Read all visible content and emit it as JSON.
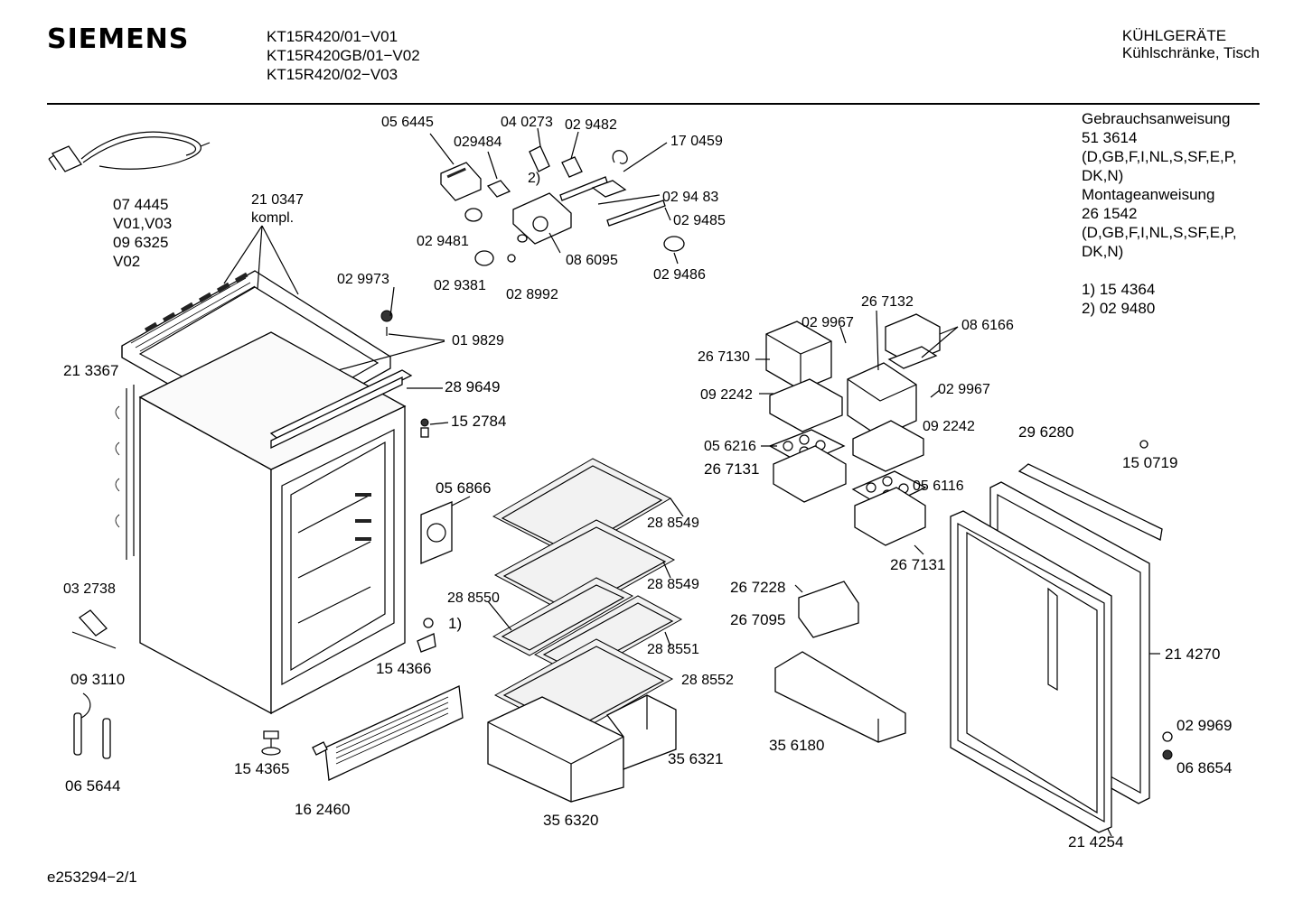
{
  "header": {
    "brand": "SIEMENS",
    "models": [
      "KT15R420/01−V01",
      "KT15R420GB/01−V02",
      "KT15R420/02−V03"
    ],
    "category": [
      "KÜHLGERÄTE",
      "Kühlschränke, Tisch"
    ]
  },
  "documents": [
    "Gebrauchsanweisung",
    "51 3614",
    "(D,GB,F,I,NL,S,SF,E,P,",
    "DK,N)",
    "Montageanweisung",
    "26 1542",
    "(D,GB,F,I,NL,S,SF,E,P,",
    "DK,N)",
    "",
    "1)  15 4364",
    "2)  02 9480"
  ],
  "footer": "e253294−2/1",
  "labels": {
    "p056445": "05 6445",
    "p040273": "04 0273",
    "p029482": "02 9482",
    "p029484": "029484",
    "p170459": "17 0459",
    "note2": "2)",
    "p029483": "02 94 83",
    "p029485": "02 9485",
    "p029481": "02 9481",
    "p086095": "08 6095",
    "p029486": "02 9486",
    "p029381": "02 9381",
    "p028992": "02 8992",
    "p074445": "07 4445",
    "v01v03": "V01,V03",
    "p096325": "09 6325",
    "v02": "V02",
    "p210347": "21 0347",
    "kompl": "kompl.",
    "p029973": "02 9973",
    "p019829": "01 9829",
    "p213367": "21 3367",
    "p289649": "28 9649",
    "p152784": "15 2784",
    "p056866": "05 6866",
    "p032738": "03 2738",
    "note1": "1)",
    "p154366": "15 4366",
    "p093110": "09 3110",
    "p065644": "06 5644",
    "p154365": "15 4365",
    "p162460": "16 2460",
    "p288549a": "28 8549",
    "p288549b": "28 8549",
    "p288550": "28 8550",
    "p288551": "28 8551",
    "p288552": "28 8552",
    "p356321": "35 6321",
    "p356320": "35 6320",
    "p267132": "26 7132",
    "p029967a": "02 9967",
    "p086166": "08 6166",
    "p267130": "26 7130",
    "p092242a": "09 2242",
    "p029967b": "02 9967",
    "p092242b": "09 2242",
    "p056216": "05 6216",
    "p267131a": "26 7131",
    "p296280": "29 6280",
    "p150719": "15 0719",
    "p056116": "05 6116",
    "p267131b": "26 7131",
    "p267228": "26 7228",
    "p267095": "26 7095",
    "p214270": "21 4270",
    "p356180": "35 6180",
    "p029969": "02 9969",
    "p068654": "06 8654",
    "p214254": "21 4254"
  }
}
